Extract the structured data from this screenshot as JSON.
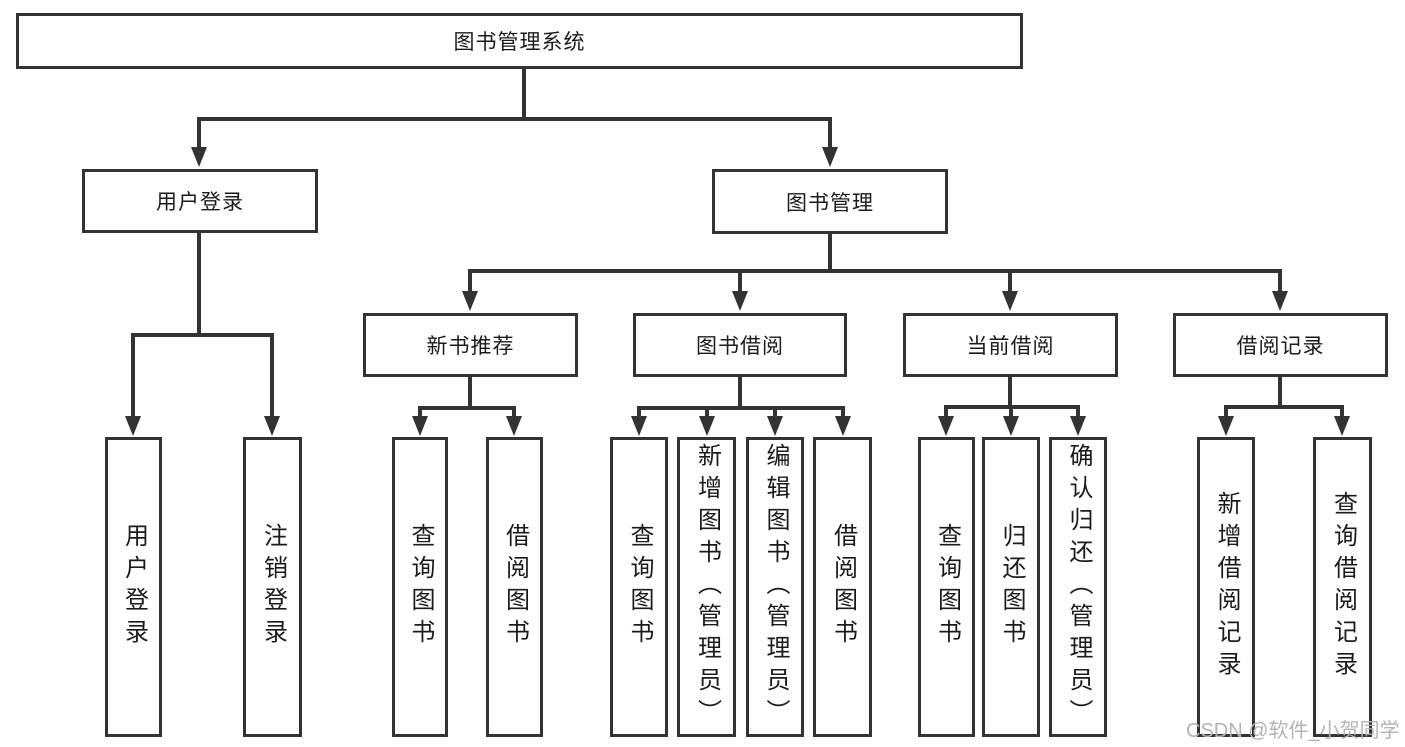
{
  "diagram": {
    "title": "图书管理系统",
    "nodes": [
      {
        "id": "root",
        "label": "图书管理系统"
      },
      {
        "id": "user-login",
        "label": "用户登录"
      },
      {
        "id": "book-mgmt",
        "label": "图书管理"
      },
      {
        "id": "new-book-rec",
        "label": "新书推荐"
      },
      {
        "id": "book-borrow",
        "label": "图书借阅"
      },
      {
        "id": "current-borrow",
        "label": "当前借阅"
      },
      {
        "id": "borrow-records",
        "label": "借阅记录"
      },
      {
        "id": "leaf-user-login",
        "label": "用户登录"
      },
      {
        "id": "leaf-logout",
        "label": "注销登录"
      },
      {
        "id": "leaf-query-books-rec",
        "label": "查询图书"
      },
      {
        "id": "leaf-borrow-books-rec",
        "label": "借阅图书"
      },
      {
        "id": "leaf-query-books-borrow",
        "label": "查询图书"
      },
      {
        "id": "leaf-add-books-admin",
        "label": "新增图书（管理员）"
      },
      {
        "id": "leaf-edit-books-admin",
        "label": "编辑图书（管理员）"
      },
      {
        "id": "leaf-borrow-books-borrow",
        "label": "借阅图书"
      },
      {
        "id": "leaf-query-books-current",
        "label": "查询图书"
      },
      {
        "id": "leaf-return-books",
        "label": "归还图书"
      },
      {
        "id": "leaf-confirm-return-admin",
        "label": "确认归还（管理员）"
      },
      {
        "id": "leaf-add-borrow-record",
        "label": "新增借阅记录"
      },
      {
        "id": "leaf-query-borrow-record",
        "label": "查询借阅记录"
      }
    ],
    "structure": {
      "图书管理系统": [
        "用户登录",
        "图书管理"
      ],
      "用户登录": [
        "用户登录",
        "注销登录"
      ],
      "图书管理": [
        "新书推荐",
        "图书借阅",
        "当前借阅",
        "借阅记录"
      ],
      "新书推荐": [
        "查询图书",
        "借阅图书"
      ],
      "图书借阅": [
        "查询图书",
        "新增图书（管理员）",
        "编辑图书（管理员）",
        "借阅图书"
      ],
      "当前借阅": [
        "查询图书",
        "归还图书",
        "确认归还（管理员）"
      ],
      "借阅记录": [
        "新增借阅记录",
        "查询借阅记录"
      ]
    },
    "line_color": "#333333",
    "background_color": "#ffffff"
  },
  "watermark": {
    "text": "CSDN @软件_小贺同学"
  }
}
